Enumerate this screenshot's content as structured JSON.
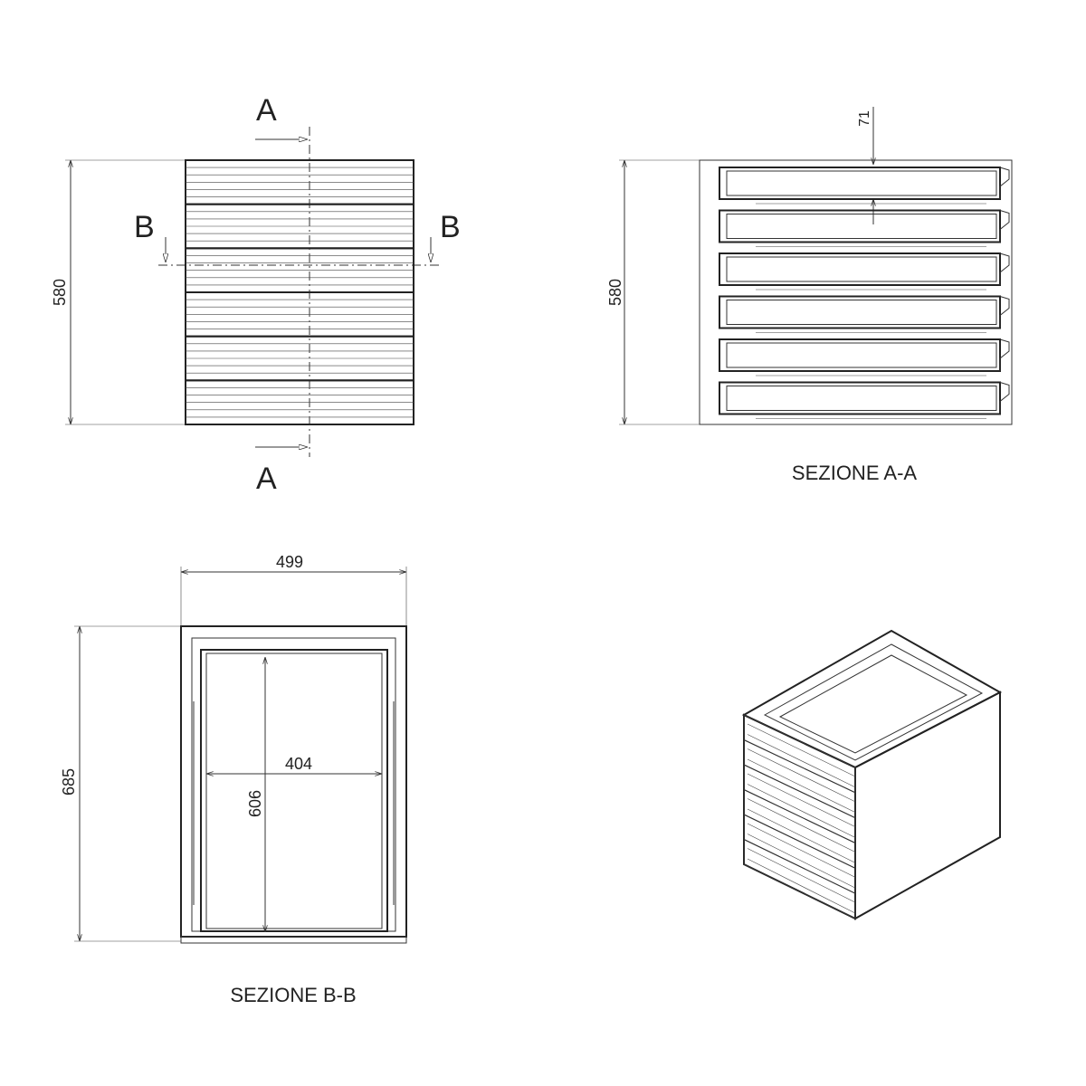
{
  "front_view": {
    "section_a_top": "A",
    "section_a_bottom": "A",
    "section_b_left": "B",
    "section_b_right": "B",
    "height_dim": "580"
  },
  "section_aa": {
    "title": "SEZIONE A-A",
    "height_dim": "580",
    "top_gap_dim": "71"
  },
  "section_bb": {
    "title": "SEZIONE B-B",
    "width_dim": "499",
    "height_dim": "685",
    "inner_width_dim": "404",
    "inner_depth_dim": "606"
  },
  "drawer_count": 6
}
